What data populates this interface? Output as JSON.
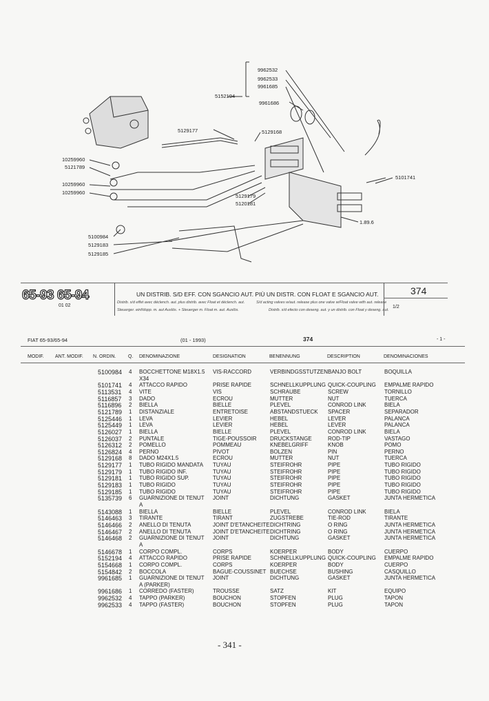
{
  "diagram": {
    "labels": [
      "9962532",
      "9962533",
      "9961685",
      "5152194",
      "9961686",
      "5129177",
      "5129168",
      "10259960",
      "5121789",
      "10259960",
      "10259960",
      "5129179",
      "5120181",
      "5101741",
      "1.89.6",
      "5100984",
      "5129183",
      "5129185"
    ]
  },
  "band": {
    "models": "65-93  65-94",
    "model_sub": "01 02",
    "title": "UN DISTRIB. S/D EFF. CON SGANCIO AUT. PIÙ UN DISTR. CON FLOAT E SGANCIO AUT.",
    "sub_fr": "Distrib. s/d effet avec déclench. aut. plus distrib. avec Float et déclench. aut.",
    "sub_de": "Steuerger. einf/dopp. m. aut Auslös. + Steuerger m. Float m. aut. Auslös.",
    "sub_en": "S/d acting valves w/aut. release plus one valve w/Float valve with aut. release",
    "sub_es": "Distrib. s/d efecto con deseng. aut. y un distrib. con Float y deseng. aut.",
    "table_no": "374",
    "sheet": "1/2"
  },
  "header": {
    "model": "FIAT 65-93/65-94",
    "date": "(01 - 1993)",
    "table_no": "374",
    "page_mark": "- 1 -"
  },
  "columns": [
    "MODIF.",
    "ANT. MODIF.",
    "N. ORDIN.",
    "Q.",
    "DENOMINAZIONE",
    "DESIGNATION",
    "BENENNUNG",
    "DESCRIPTION",
    "DENOMINACIONES"
  ],
  "rows": [
    [
      "5100984",
      "4",
      "BOCCHETTONE M18X1.5",
      "VIS-RACCORD",
      "VERBINDGSSTUTZEN",
      "BANJO BOLT",
      "BOQUILLA"
    ],
    [
      "",
      "",
      "X34",
      "",
      "",
      "",
      ""
    ],
    [
      "5101741",
      "4",
      "ATTACCO RAPIDO",
      "PRISE RAPIDE",
      "SCHNELLKUPPLUNG",
      "QUICK-COUPLING",
      "EMPALME RAPIDO"
    ],
    [
      "5113531",
      "4",
      "VITE",
      "VIS",
      "SCHRAUBE",
      "SCREW",
      "TORNILLO"
    ],
    [
      "5116857",
      "3",
      "DADO",
      "ECROU",
      "MUTTER",
      "NUT",
      "TUERCA"
    ],
    [
      "5116896",
      "2",
      "BIELLA",
      "BIELLE",
      "PLEVEL",
      "CONROD LINK",
      "BIELA"
    ],
    [
      "5121789",
      "1",
      "DISTANZIALE",
      "ENTRETOISE",
      "ABSTANDSTUECK",
      "SPACER",
      "SEPARADOR"
    ],
    [
      "5125446",
      "1",
      "LEVA",
      "LEVIER",
      "HEBEL",
      "LEVER",
      "PALANCA"
    ],
    [
      "5125449",
      "1",
      "LEVA",
      "LEVIER",
      "HEBEL",
      "LEVER",
      "PALANCA"
    ],
    [
      "5126027",
      "1",
      "BIELLA",
      "BIELLE",
      "PLEVEL",
      "CONROD LINK",
      "BIELA"
    ],
    [
      "5126037",
      "2",
      "PUNTALE",
      "TIGE-POUSSOIR",
      "DRUCKSTANGE",
      "ROD-TIP",
      "VASTAGO"
    ],
    [
      "5126312",
      "2",
      "POMELLO",
      "POMMEAU",
      "KNEBELGRIFF",
      "KNOB",
      "POMO"
    ],
    [
      "5126824",
      "4",
      "PERNO",
      "PIVOT",
      "BOLZEN",
      "PIN",
      "PERNO"
    ],
    [
      "5129168",
      "8",
      "DADO M24X1.5",
      "ECROU",
      "MUTTER",
      "NUT",
      "TUERCA"
    ],
    [
      "5129177",
      "1",
      "TUBO RIGIDO MANDATA",
      "TUYAU",
      "STEIFROHR",
      "PIPE",
      "TUBO RIGIDO"
    ],
    [
      "5129179",
      "1",
      "TUBO RIGIDO INF.",
      "TUYAU",
      "STEIFROHR",
      "PIPE",
      "TUBO RIGIDO"
    ],
    [
      "5129181",
      "1",
      "TUBO RIGIDO SUP.",
      "TUYAU",
      "STEIFROHR",
      "PIPE",
      "TUBO RIGIDO"
    ],
    [
      "5129183",
      "1",
      "TUBO RIGIDO",
      "TUYAU",
      "STEIFROHR",
      "PIPE",
      "TUBO RIGIDO"
    ],
    [
      "5129185",
      "1",
      "TUBO RIGIDO",
      "TUYAU",
      "STEIFROHR",
      "PIPE",
      "TUBO RIGIDO"
    ],
    [
      "5135739",
      "6",
      "GUARNIZIONE DI TENUT",
      "JOINT",
      "DICHTUNG",
      "GASKET",
      "JUNTA HERMETICA"
    ],
    [
      "",
      "",
      "A",
      "",
      "",
      "",
      ""
    ],
    [
      "5143088",
      "1",
      "BIELLA",
      "BIELLE",
      "PLEVEL",
      "CONROD LINK",
      "BIELA"
    ],
    [
      "5146463",
      "3",
      "TIRANTE",
      "TIRANT",
      "ZUGSTREBE",
      "TIE-ROD",
      "TIRANTE"
    ],
    [
      "5146466",
      "2",
      "ANELLO DI TENUTA",
      "JOINT D'ETANCHEITE",
      "DICHTRING",
      "O RING",
      "JUNTA HERMETICA"
    ],
    [
      "5146467",
      "2",
      "ANELLO DI TENUTA",
      "JOINT D'ETANCHEITE",
      "DICHTRING",
      "O RING",
      "JUNTA HERMETICA"
    ],
    [
      "5146468",
      "2",
      "GUARNIZIONE DI TENUT",
      "JOINT",
      "DICHTUNG",
      "GASKET",
      "JUNTA HERMETICA"
    ],
    [
      "",
      "",
      "A",
      "",
      "",
      "",
      ""
    ],
    [
      "5146678",
      "1",
      "CORPO COMPL.",
      "CORPS",
      "KOERPER",
      "BODY",
      "CUERPO"
    ],
    [
      "5152194",
      "4",
      "ATTACCO RAPIDO",
      "PRISE RAPIDE",
      "SCHNELLKUPPLUNG",
      "QUICK-COUPLING",
      "EMPALME RAPIDO"
    ],
    [
      "5154668",
      "1",
      "CORPO COMPL.",
      "CORPS",
      "KOERPER",
      "BODY",
      "CUERPO"
    ],
    [
      "5154842",
      "2",
      "BOCCOLA",
      "BAGUE-COUSSINET",
      "BUECHSE",
      "BUSHING",
      "CASQUILLO"
    ],
    [
      "9961685",
      "1",
      "GUARNIZIONE DI TENUT",
      "JOINT",
      "DICHTUNG",
      "GASKET",
      "JUNTA HERMETICA"
    ],
    [
      "",
      "",
      "A (PARKER)",
      "",
      "",
      "",
      ""
    ],
    [
      "9961686",
      "1",
      "CORREDO (FASTER)",
      "TROUSSE",
      "SATZ",
      "KIT",
      "EQUIPO"
    ],
    [
      "9962532",
      "4",
      "TAPPO (PARKER)",
      "BOUCHON",
      "STOPFEN",
      "PLUG",
      "TAPON"
    ],
    [
      "9962533",
      "4",
      "TAPPO (FASTER)",
      "BOUCHON",
      "STOPFEN",
      "PLUG",
      "TAPON"
    ]
  ],
  "footer": {
    "page_number": "- 341 -"
  }
}
